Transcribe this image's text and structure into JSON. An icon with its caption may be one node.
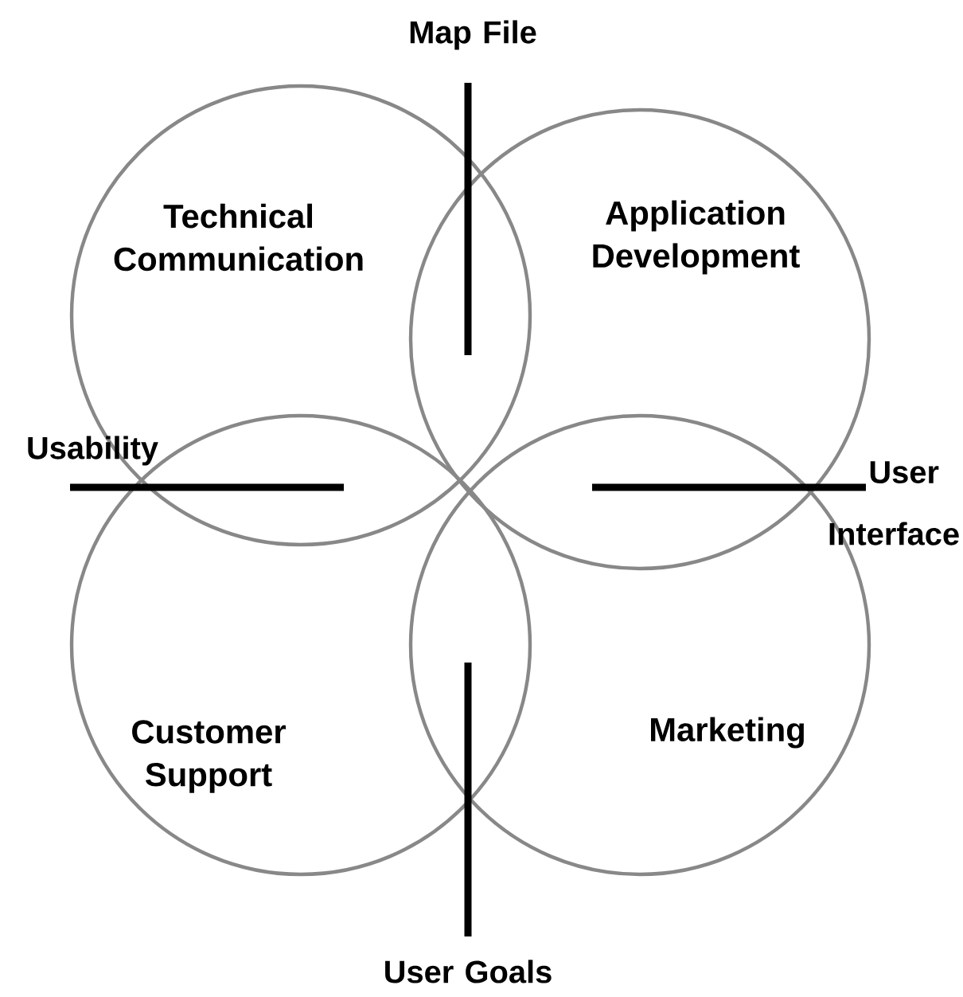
{
  "diagram": {
    "nodes": [
      {
        "text": [
          "Technical Communication"
        ]
      },
      {
        "text": [
          "Application Development"
        ]
      },
      {
        "text": [
          "Customer Support"
        ]
      },
      {
        "text": [
          "Marketing"
        ]
      }
    ],
    "labels": [
      "Map File",
      "Usability",
      "User Interface",
      "User Goals"
    ]
  }
}
